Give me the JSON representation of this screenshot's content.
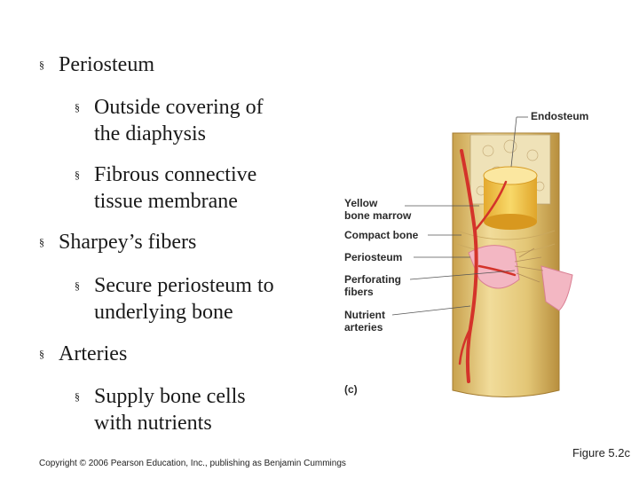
{
  "bullets": {
    "b1": "Periosteum",
    "b1a": [
      "Outside covering of",
      "the diaphysis"
    ],
    "b1b": [
      "Fibrous connective",
      "tissue membrane"
    ],
    "b2": "Sharpey’s fibers",
    "b2a": [
      "Secure periosteum to",
      "underlying bone"
    ],
    "b3": "Arteries",
    "b3a": [
      "Supply bone cells",
      "with nutrients"
    ]
  },
  "bullet_glyph": "§",
  "figure": {
    "labels": {
      "endosteum": "Endosteum",
      "yellow_marrow": [
        "Yellow",
        "bone marrow"
      ],
      "compact_bone": "Compact bone",
      "periosteum": "Periosteum",
      "perforating_fibers": [
        "Perforating",
        "fibers"
      ],
      "nutrient_arteries": [
        "Nutrient",
        "arteries"
      ],
      "panel": "(c)"
    }
  },
  "footer": {
    "copyright": "Copyright © 2006 Pearson Education, Inc., publishing as Benjamin Cummings",
    "figure_caption": "Figure 5.2c"
  }
}
